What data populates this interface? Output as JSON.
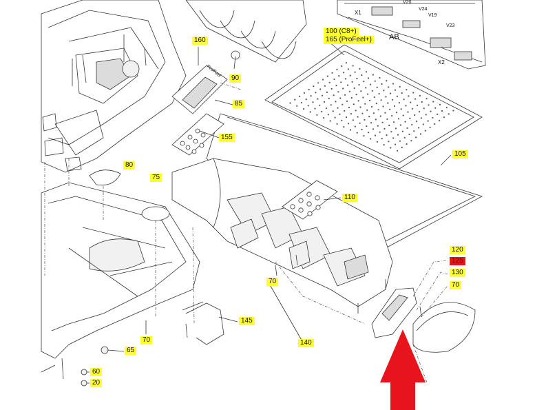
{
  "labels": {
    "l160": "160",
    "l90": "90",
    "l85": "85",
    "l155": "155",
    "l100_line1": "100 (C8+)",
    "l100_line2": "165 (ProFeel+)",
    "l105": "105",
    "l80": "80",
    "l75": "75",
    "l110": "110",
    "l120": "120",
    "l125": "125",
    "l130": "130",
    "l70_right": "70",
    "l70_mid": "70",
    "l145": "145",
    "l140": "140",
    "l70_bottom": "70",
    "l65": "65",
    "l60": "60",
    "l20": "20"
  },
  "pcb": {
    "x1": "X1",
    "x2": "X2",
    "ab": "AB",
    "v20": "V20",
    "v24": "V24",
    "v19": "V19",
    "v23": "V23"
  },
  "panel_text": "ProFeel",
  "arrow_color": "#e8141c"
}
